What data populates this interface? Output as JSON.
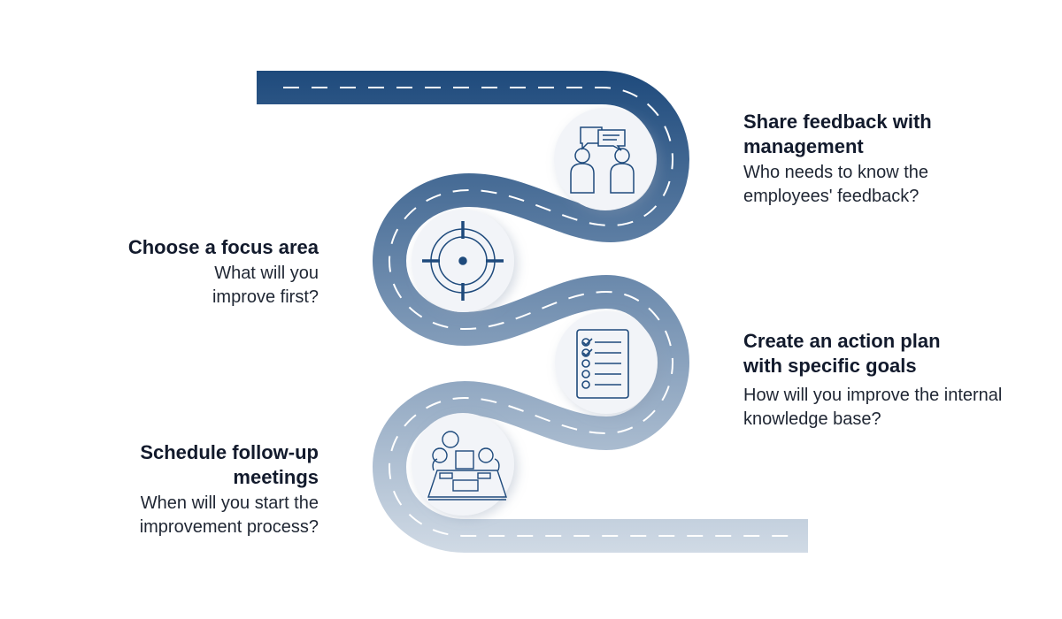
{
  "steps": [
    {
      "title": "Share feedback with management",
      "description": "Who needs to know the employees' feedback?",
      "icon": "conversation-icon"
    },
    {
      "title": "Choose a focus area",
      "description": "What will you improve first?",
      "icon": "target-icon"
    },
    {
      "title": "Create an action plan with specific goals",
      "description": "How will you improve the internal knowledge base?",
      "icon": "checklist-icon"
    },
    {
      "title": "Schedule follow-up meetings",
      "description": "When will you start the improvement process?",
      "icon": "meeting-icon"
    }
  ],
  "colors": {
    "road_top": "#1e4a7c",
    "road_bottom": "#d0dae5",
    "icon": "#1e4a7c",
    "circle": "#f2f4f8"
  }
}
